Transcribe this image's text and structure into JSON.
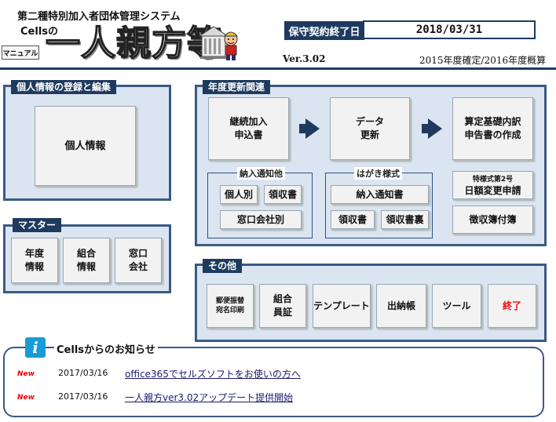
{
  "header": {
    "subtitle": "第二種特別加入者団体管理システム",
    "brand_prefix": "Cellsの",
    "logo_text": "一人親方等",
    "manual_label": "マニュアル",
    "contract_end_label": "保守契約終了日",
    "contract_end_date": "2018/03/31",
    "version": "Ver.3.02",
    "fiscal_note": "2015年度確定/2016年度概算"
  },
  "personal": {
    "title": "個人情報の登録と編集",
    "button": "個人情報"
  },
  "master": {
    "title": "マスター",
    "buttons": [
      "年度\n情報",
      "組合\n情報",
      "窓口\n会社"
    ]
  },
  "annual": {
    "title": "年度更新関連",
    "btn_renewal": "継続加入\n申込書",
    "btn_data_update": "データ\n更新",
    "btn_calc": "算定基礎内訳\n申告書の作成",
    "notice_group": {
      "title": "納入通知他",
      "btn_individual": "個人別",
      "btn_receipt": "領収書",
      "btn_agency": "窓口会社別"
    },
    "postcard_group": {
      "title": "はがき様式",
      "btn_notice": "納入通知書",
      "btn_receipt": "領収書",
      "btn_receipt_back": "領収書裏"
    },
    "btn_form2_small": "特様式第2号",
    "btn_form2_main": "日額変更申請",
    "btn_ledger": "徴収簿付簿"
  },
  "other": {
    "title": "その他",
    "btn_postal_small": "郵便振替\n宛名印刷",
    "btn_union_cert": "組合\n員証",
    "btn_template": "テンプレート",
    "btn_cashbook": "出納帳",
    "btn_tools": "ツール",
    "btn_exit": "終了"
  },
  "notices": {
    "icon": "info-icon",
    "title": "Cellsからのお知らせ",
    "items": [
      {
        "tag": "New",
        "date": "2017/03/16",
        "text": "office365でセルズソフトをお使いの方へ"
      },
      {
        "tag": "New",
        "date": "2017/03/16",
        "text": "一人親方ver3.02アップデート提供開始"
      }
    ]
  },
  "colors": {
    "panel_bg": "#dbe5f1",
    "panel_border": "#3a5a85",
    "title_bg": "#1f3a5f",
    "exit_text": "#e11111",
    "new_tag": "#e00000",
    "info_icon": "#1a9ad6"
  }
}
